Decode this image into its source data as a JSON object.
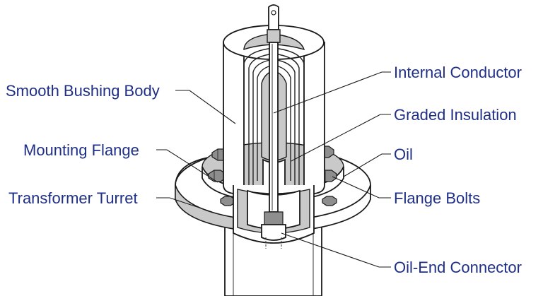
{
  "labels": {
    "smooth_bushing_body": "Smooth Bushing Body",
    "mounting_flange": "Mounting Flange",
    "transformer_turret": "Transformer Turret",
    "internal_conductor": "Internal Conductor",
    "graded_insulation": "Graded Insulation",
    "oil": "Oil",
    "flange_bolts": "Flange Bolts",
    "oil_end_connector": "Oil-End Connector"
  },
  "colors": {
    "label_text": "#1f2f86",
    "line": "#1a1a1a",
    "shade": "#c9c9c9"
  }
}
